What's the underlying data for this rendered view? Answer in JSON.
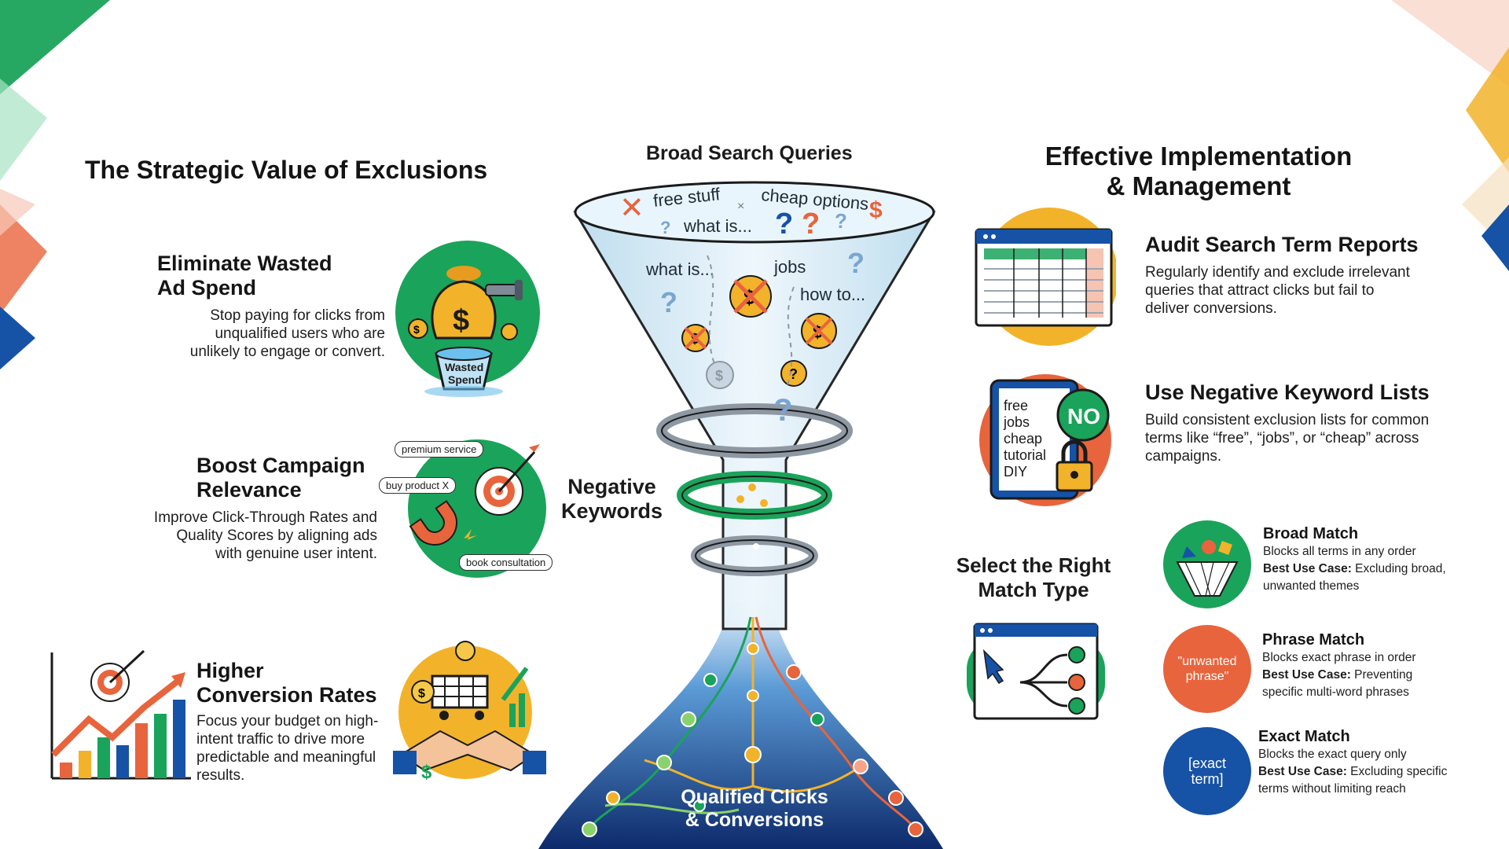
{
  "colors": {
    "green": "#1aa35a",
    "orange": "#e8643c",
    "yellow": "#f2b32a",
    "blue": "#1652a6",
    "navy": "#0d2a6b",
    "funnel_glass": "#cfe6f3"
  },
  "funnel": {
    "top_label": "Broad Search Queries",
    "side_label": "Negative\nKeywords",
    "bottom_label": "Qualified Clicks\n& Conversions",
    "queries": [
      "free stuff",
      "cheap options",
      "what is...",
      "what is...",
      "jobs",
      "how to..."
    ]
  },
  "left": {
    "title": "The Strategic Value of Exclusions",
    "items": [
      {
        "heading": "Eliminate Wasted\nAd Spend",
        "text": "Stop paying for clicks from\nunqualified users who are\nunlikely to engage or convert.",
        "icon": "money-bag-icon",
        "icon_label": "Wasted\nSpend"
      },
      {
        "heading": "Boost Campaign\nRelevance",
        "text": "Improve Click-Through Rates and\nQuality Scores by aligning ads\nwith genuine user intent.",
        "icon": "magnet-target-icon",
        "tags": [
          "premium service",
          "buy product X",
          "book consultation"
        ]
      },
      {
        "heading": "Higher\nConversion Rates",
        "text": "Focus your budget on high-\nintent traffic to drive more\npredictable and meaningful\nresults.",
        "icon": "handshake-cart-icon"
      }
    ]
  },
  "right": {
    "title": "Effective Implementation\n& Management",
    "items": [
      {
        "heading": "Audit Search Term Reports",
        "text": "Regularly identify and exclude irrelevant\nqueries that attract clicks but fail to\ndeliver conversions.",
        "icon": "report-table-icon"
      },
      {
        "heading": "Use Negative Keyword Lists",
        "text": "Build consistent exclusion lists for common\nterms like “free”, “jobs”, or “cheap” across\ncampaigns.",
        "icon": "tablet-lock-icon",
        "tablet_words": [
          "free",
          "jobs",
          "cheap",
          "tutorial",
          "DIY"
        ],
        "badge": "NO"
      }
    ],
    "match_section": {
      "title": "Select the Right\nMatch Type",
      "icon": "decision-tree-icon",
      "types": [
        {
          "name": "Broad Match",
          "line1": "Blocks all terms in any order",
          "use_label": "Best Use Case:",
          "use_text": " Excluding broad,\nunwanted themes",
          "icon": "net-basket-icon",
          "badge": ""
        },
        {
          "name": "Phrase Match",
          "line1": "Blocks exact phrase in order",
          "use_label": "Best Use Case:",
          "use_text": " Preventing\nspecific multi-word phrases",
          "icon": "phrase-badge-icon",
          "badge": "\"unwanted\nphrase\""
        },
        {
          "name": "Exact Match",
          "line1": "Blocks the exact query only",
          "use_label": "Best Use Case:",
          "use_text": " Excluding specific\nterms without limiting reach",
          "icon": "exact-badge-icon",
          "badge": "[exact\nterm]"
        }
      ]
    }
  }
}
